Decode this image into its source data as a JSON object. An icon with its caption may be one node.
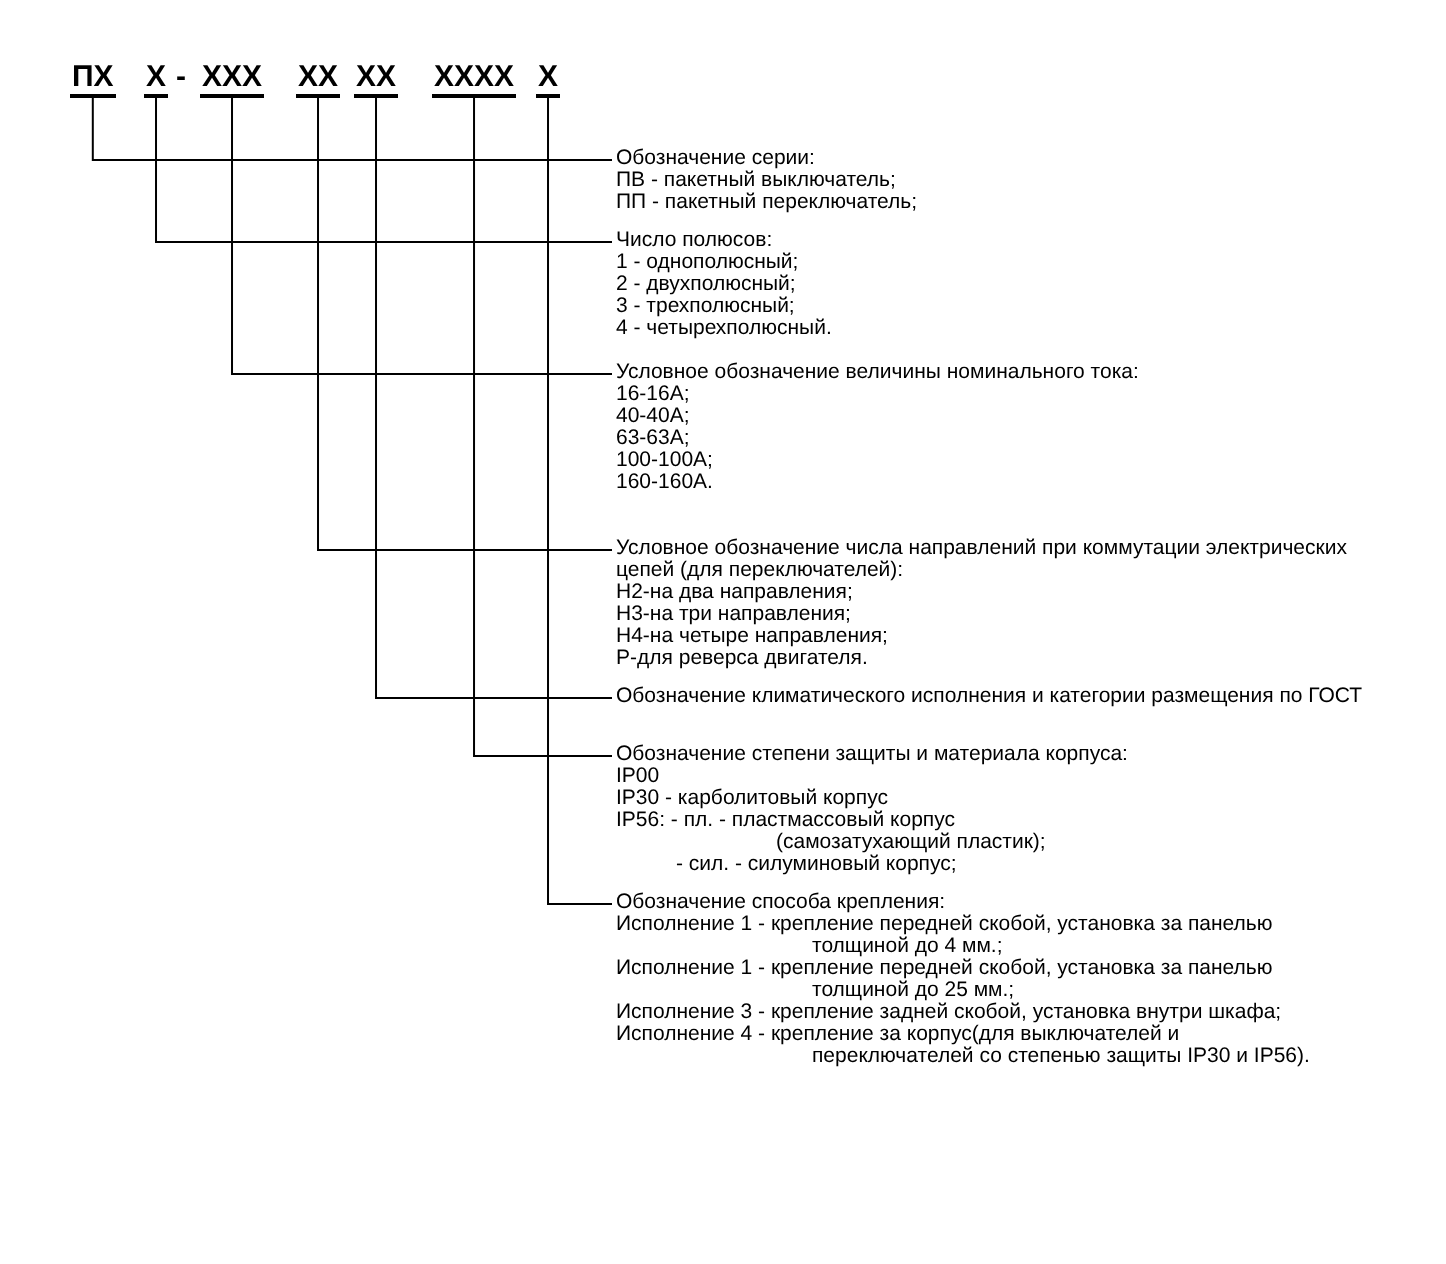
{
  "diagram": {
    "nodes": [
      {
        "text": [
          "ПХ"
        ]
      },
      {
        "text": [
          "Х"
        ]
      },
      {
        "text": [
          "ХХХ"
        ]
      },
      {
        "text": [
          "ХХ"
        ]
      },
      {
        "text": [
          "ХХ"
        ]
      },
      {
        "text": [
          "ХХХХ"
        ]
      },
      {
        "text": [
          "Х"
        ]
      },
      {
        "text": [
          "Обозначение серии:",
          "ПВ - пакетный выключатель;",
          "ПП - пакетный переключатель;"
        ]
      },
      {
        "text": [
          "Число полюсов:",
          "1 - однополюсный;",
          "2 - двухполюсный;",
          "3 - трехполюсный;",
          "4 - четырехполюсный."
        ]
      },
      {
        "text": [
          "Условное обозначение величины номинального тока:",
          "16-16А;",
          "40-40А;",
          "63-63А;",
          "100-100А;",
          "160-160А."
        ]
      },
      {
        "text": [
          "Условное обозначение числа направлений при коммутации электрических цепей (для переключателей):",
          "Н2-на два направления;",
          "Н3-на три направления;",
          "Н4-на четыре направления;",
          "Р-для реверса двигателя."
        ]
      },
      {
        "text": [
          "Обозначение климатического исполнения и категории размещения по ГОСТ"
        ]
      },
      {
        "text": [
          "Обозначение степени защиты и материала корпуса:",
          "IP00",
          "IP30 - карболитовый корпус",
          "IP56: - пл. - пластмассовый корпус (самозатухающий пластик);",
          "- сил. - силуминовый корпус;"
        ]
      },
      {
        "text": [
          "Обозначение способа крепления:",
          "Исполнение 1 - крепление передней скобой, установка за панелью толщиной до 4 мм.;",
          "Исполнение 1 - крепление передней скобой, установка за панелью толщиной до 25 мм.;",
          "Исполнение 3 - крепление задней скобой, установка внутри шкафа;",
          "Исполнение 4 - крепление за корпус(для выключателей и переключателей со степенью защиты IP30 и IP56)."
        ]
      }
    ],
    "edges": [
      {
        "from": 0,
        "to": 7,
        "arrow": "none"
      },
      {
        "from": 1,
        "to": 8,
        "arrow": "none"
      },
      {
        "from": 2,
        "to": 9,
        "arrow": "none"
      },
      {
        "from": 3,
        "to": 10,
        "arrow": "none"
      },
      {
        "from": 4,
        "to": 11,
        "arrow": "none"
      },
      {
        "from": 5,
        "to": 12,
        "arrow": "none"
      },
      {
        "from": 6,
        "to": 13,
        "arrow": "none"
      }
    ],
    "labels": [
      "-"
    ]
  }
}
